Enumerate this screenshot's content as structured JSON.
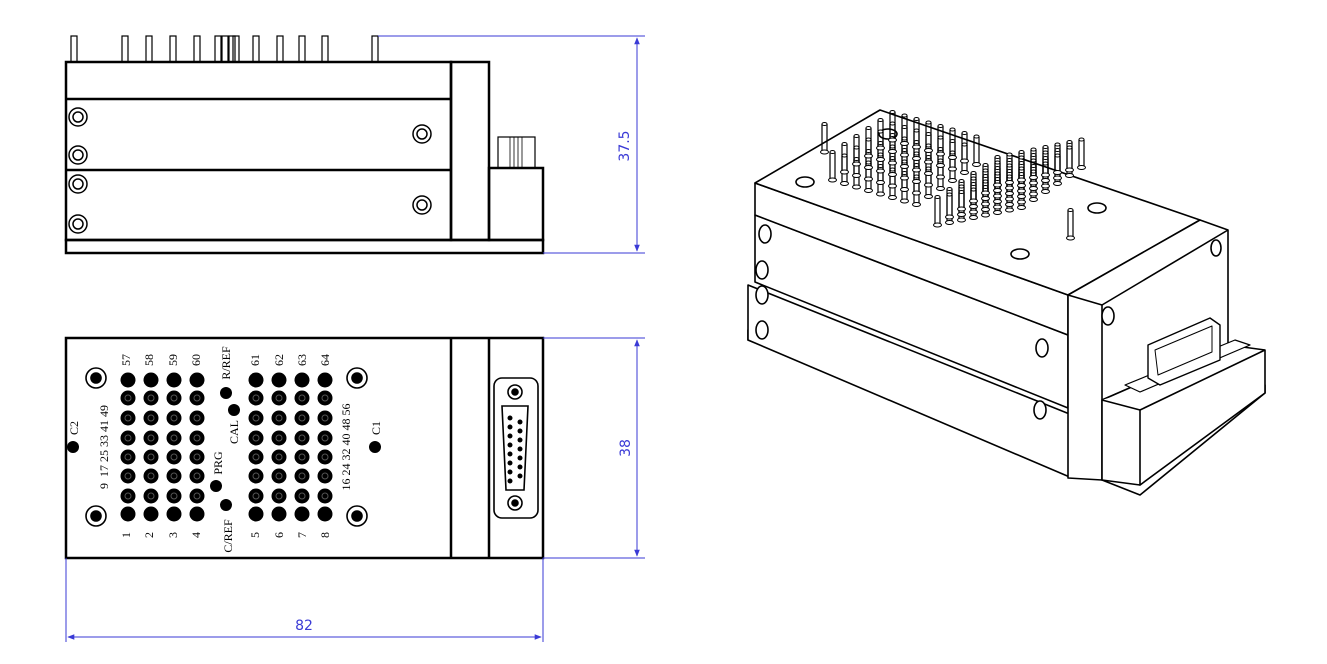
{
  "colors": {
    "line": "#000000",
    "dimension": "#3a3ad6",
    "background": "#ffffff"
  },
  "dimensions": {
    "height_side": "37.5",
    "height_bottom": "38",
    "width": "82"
  },
  "labels": {
    "c1": "C1",
    "c2": "C2",
    "prg": "PRG",
    "cal": "CAL",
    "r_ref": "R/REF",
    "c_ref": "C/REF"
  },
  "pin_labels": {
    "top_left": [
      "57",
      "58",
      "59",
      "60"
    ],
    "top_right": [
      "61",
      "62",
      "63",
      "64"
    ],
    "bottom_left": [
      "1",
      "2",
      "3",
      "4"
    ],
    "bottom_right": [
      "5",
      "6",
      "7",
      "8"
    ],
    "left_column": "9  17 25 33 41 49",
    "right_column": "16 24 32 40 48 56"
  }
}
